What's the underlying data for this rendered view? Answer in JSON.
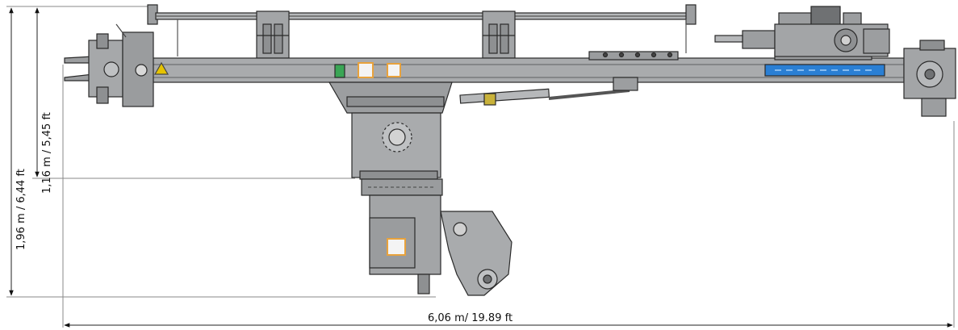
{
  "dimensions": {
    "length": "6,06 m/ 19.89 ft",
    "total_height": "1,96 m / 6,44 ft",
    "pivot_height": "1,16 m / 5,45 ft"
  },
  "colors": {
    "body": "#a9abad",
    "body_dark": "#8e9092",
    "outline": "#2a2a2a",
    "panel_blue": "#2a7fd4",
    "label_orange": "#e8a23c",
    "label_green": "#3aa655",
    "warning_yellow": "#e6c300"
  }
}
